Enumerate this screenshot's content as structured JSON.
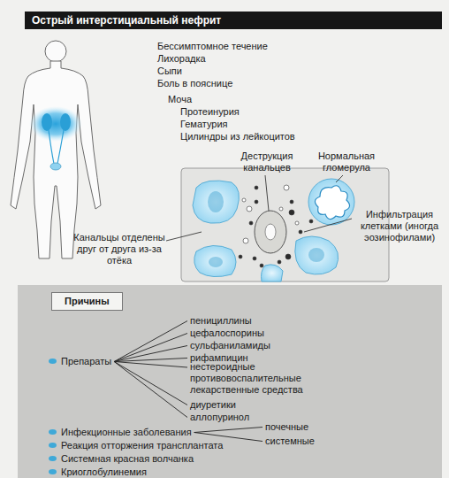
{
  "diagram": {
    "title": "Острый интерстициальный нефрит",
    "nodes": [
      {
        "text": [
          "Причины"
        ]
      },
      {
        "text": [
          "Препараты"
        ],
        "in": 0
      },
      {
        "text": [
          "пенициллины"
        ],
        "in": 0
      },
      {
        "text": [
          "цефалоспорины"
        ],
        "in": 0
      },
      {
        "text": [
          "сульфаниламиды"
        ],
        "in": 0
      },
      {
        "text": [
          "рифампицин"
        ],
        "in": 0
      },
      {
        "text": [
          "нестероидные противовоспалительные лекарственные средства"
        ],
        "in": 0
      },
      {
        "text": [
          "диуретики"
        ],
        "in": 0
      },
      {
        "text": [
          "аллопуринол"
        ],
        "in": 0
      },
      {
        "text": [
          "Инфекционные заболевания"
        ],
        "in": 0
      },
      {
        "text": [
          "почечные"
        ],
        "in": 0
      },
      {
        "text": [
          "системные"
        ],
        "in": 0
      },
      {
        "text": [
          "Реакция отторжения трансплантата"
        ],
        "in": 0
      },
      {
        "text": [
          "Системная красная волчанка"
        ],
        "in": 0
      },
      {
        "text": [
          "Криоглобулинемия"
        ],
        "in": 0
      }
    ],
    "edges": [
      {
        "from": 1,
        "to": 2,
        "arrow": "none"
      },
      {
        "from": 1,
        "to": 3,
        "arrow": "none"
      },
      {
        "from": 1,
        "to": 4,
        "arrow": "none"
      },
      {
        "from": 1,
        "to": 5,
        "arrow": "none"
      },
      {
        "from": 1,
        "to": 6,
        "arrow": "none"
      },
      {
        "from": 1,
        "to": 7,
        "arrow": "none"
      },
      {
        "from": 1,
        "to": 8,
        "arrow": "none"
      },
      {
        "from": 9,
        "to": 10,
        "arrow": "none"
      },
      {
        "from": 9,
        "to": 11,
        "arrow": "none"
      }
    ],
    "labels": [
      "Бессимптомное течение",
      "Лихорадка",
      "Сыпи",
      "Боль в пояснице",
      "Моча",
      "Протеинурия",
      "Гематурия",
      "Цилиндры из лейкоцитов",
      "Деструкция канальцев",
      "Нормальная гломерула",
      "Инфильтрация клетками (иногда эозинофилами)",
      "Канальцы отделены друг от друга из-за отёка"
    ]
  }
}
